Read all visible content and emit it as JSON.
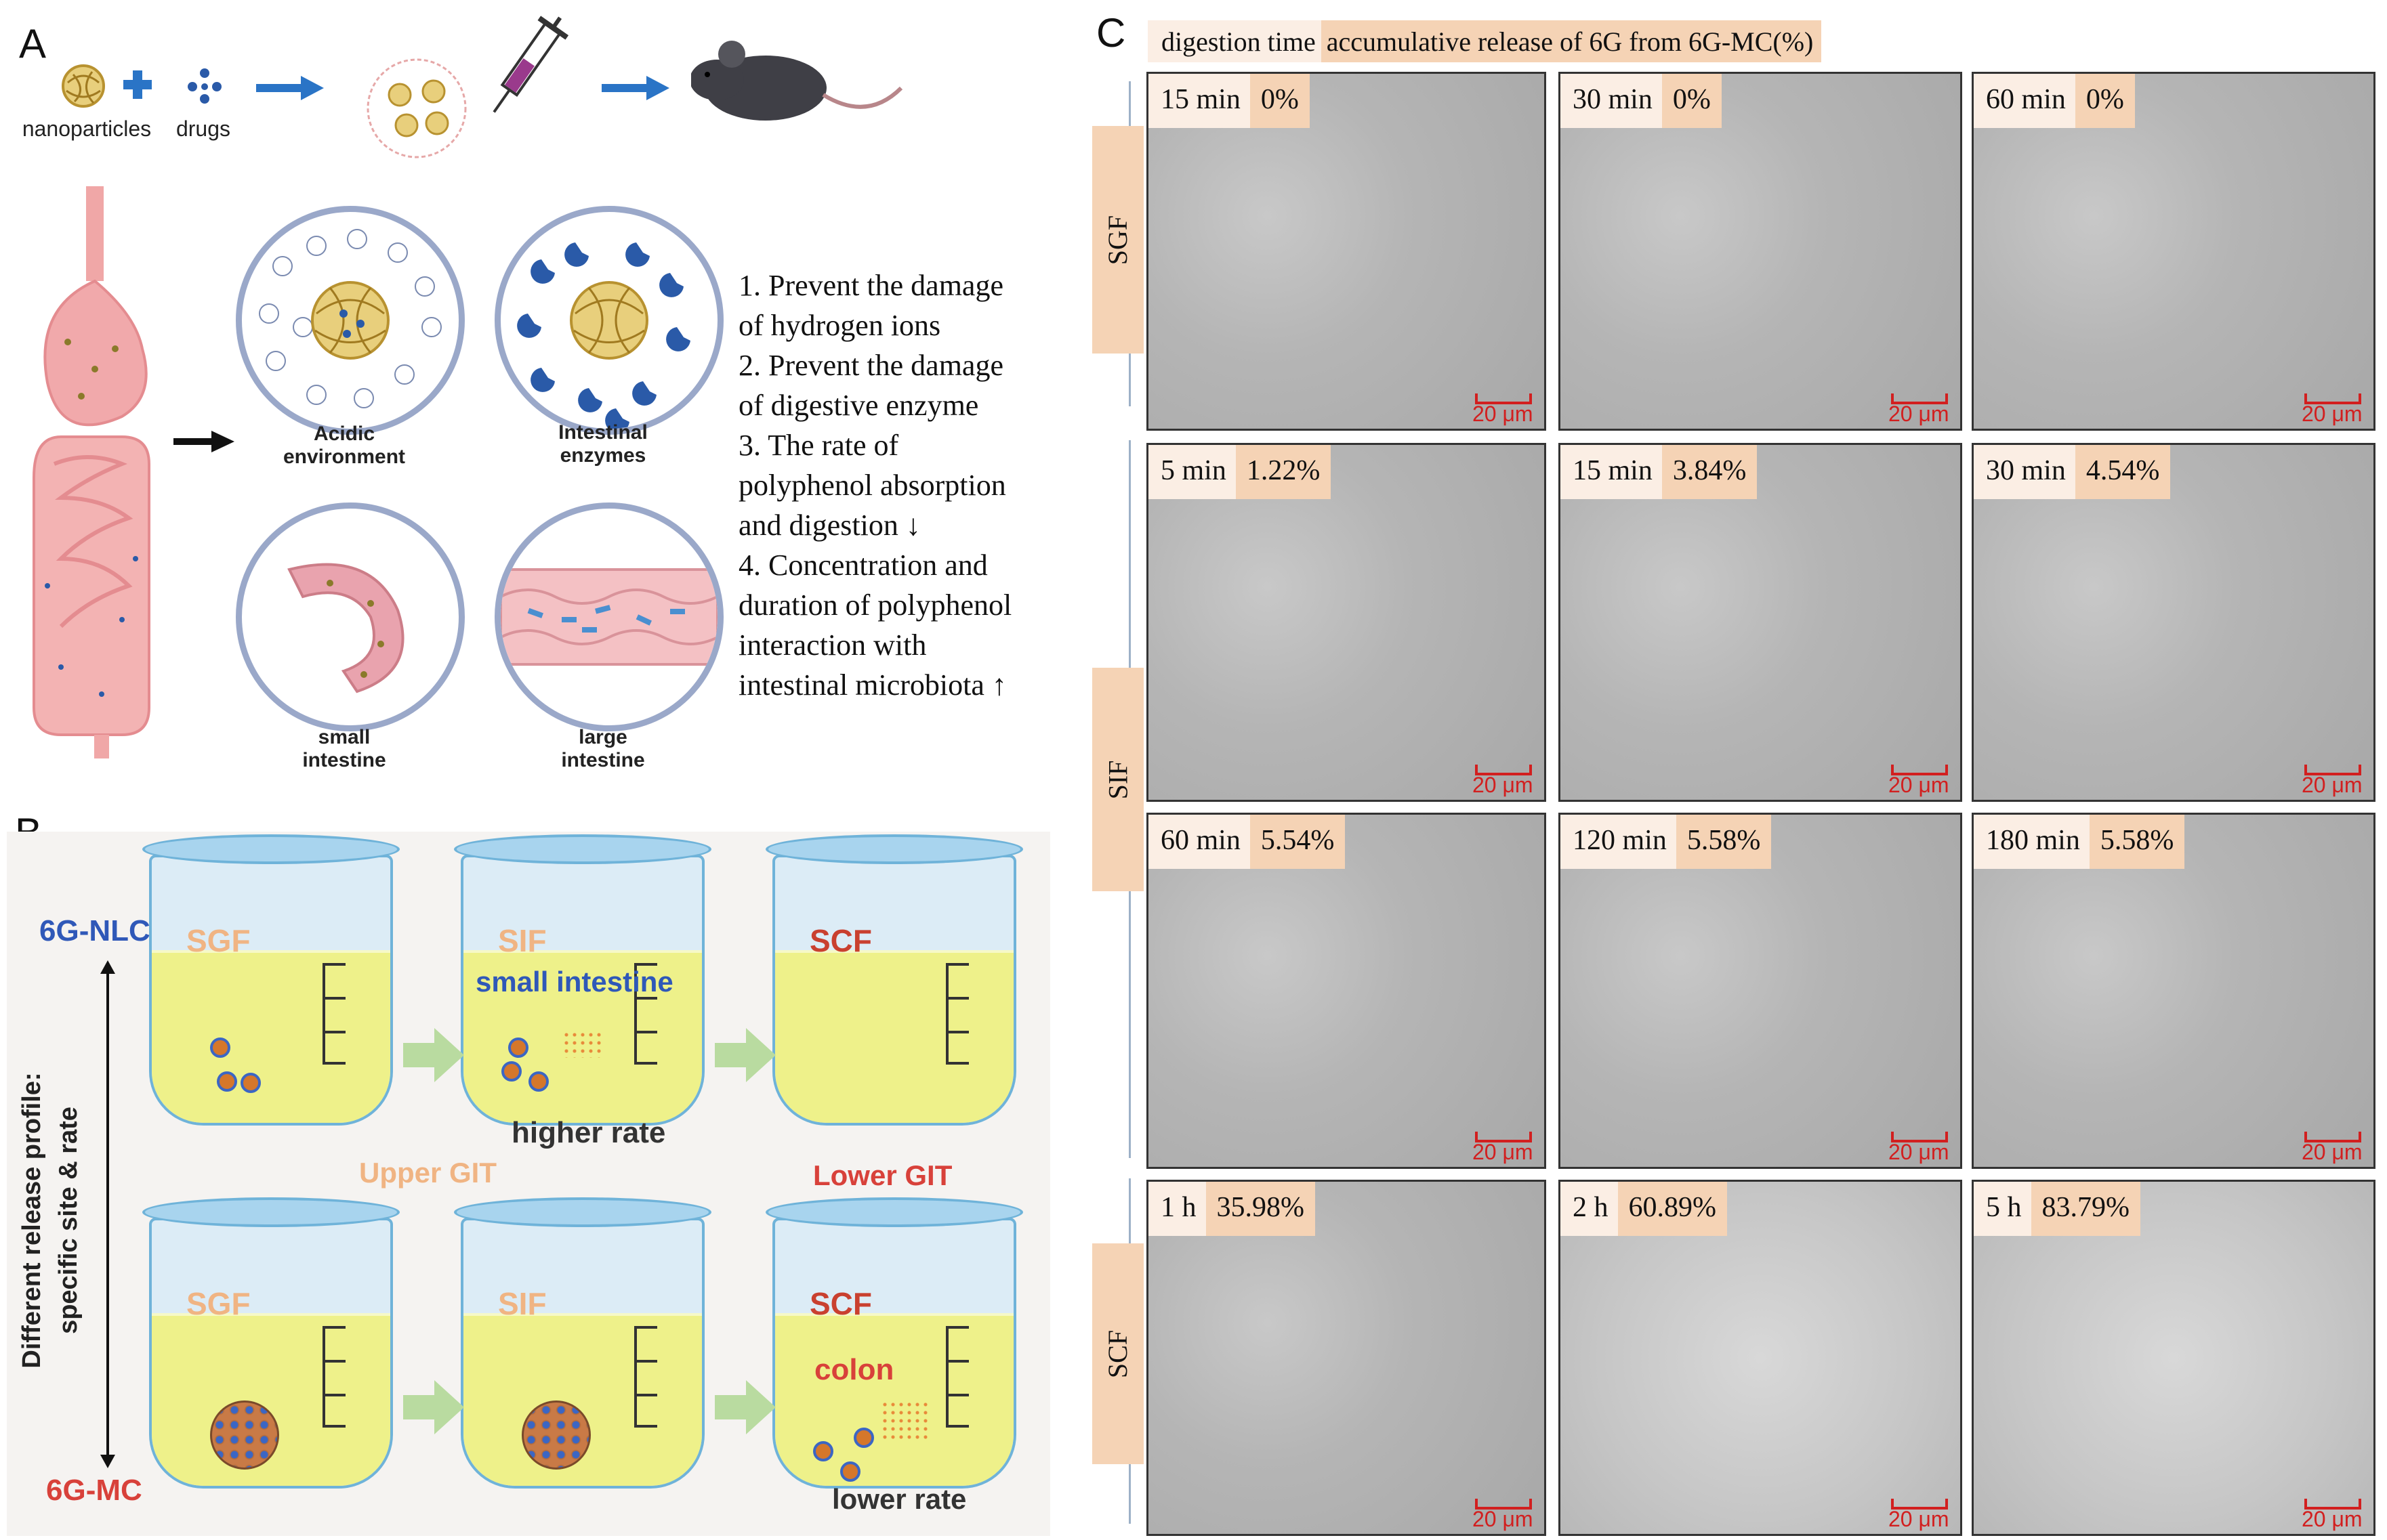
{
  "panel_a": {
    "letter": "A",
    "top_labels": [
      "nanoparticles",
      "drugs"
    ],
    "circle_labels": [
      {
        "l1": "Acidic",
        "l2": "environment"
      },
      {
        "l1": "Intestinal",
        "l2": "enzymes"
      },
      {
        "l1": "small",
        "l2": "intestine"
      },
      {
        "l1": "large",
        "l2": "intestine"
      }
    ],
    "points": [
      "1. Prevent the damage",
      " of hydrogen ions",
      "2. Prevent the damage",
      " of digestive enzyme",
      "3. The rate of",
      "polyphenol absorption",
      "and digestion ↓",
      "4. Concentration and",
      "duration of polyphenol",
      " interaction with",
      "intestinal microbiota ↑"
    ]
  },
  "panel_b": {
    "letter": "B",
    "row1_label": "6G-NLC",
    "row2_label": "6G-MC",
    "side_text_1": "Different release profile:",
    "side_text_2": "specific site & rate",
    "beaker_labels": [
      "SGF",
      "SIF",
      "SCF",
      "SGF",
      "SIF",
      "SCF"
    ],
    "small_intestine": "small intestine",
    "higher_rate": "higher rate",
    "upper_git": "Upper GIT",
    "lower_git": "Lower GIT",
    "colon": "colon",
    "lower_rate": "lower rate"
  },
  "panel_c": {
    "letter": "C",
    "header_time": "digestion time",
    "header_release": "accumulative release of 6G from 6G-MC(%)",
    "row_labels": [
      "SGF",
      "SIF",
      "SCF"
    ],
    "scale_label": "20 μm",
    "cells": [
      {
        "time": "15 min",
        "value": "0%"
      },
      {
        "time": "30 min",
        "value": "0%"
      },
      {
        "time": "60 min",
        "value": "0%"
      },
      {
        "time": "5 min",
        "value": "1.22%"
      },
      {
        "time": "15 min",
        "value": "3.84%"
      },
      {
        "time": "30 min",
        "value": "4.54%"
      },
      {
        "time": "60 min",
        "value": "5.54%"
      },
      {
        "time": "120 min",
        "value": "5.58%"
      },
      {
        "time": "180 min",
        "value": "5.58%"
      },
      {
        "time": "1 h",
        "value": "35.98%"
      },
      {
        "time": "2 h",
        "value": "60.89%"
      },
      {
        "time": "5 h",
        "value": "83.79%"
      }
    ]
  },
  "colors": {
    "tag_light": "#fbeee4",
    "tag_dark": "#f5d3b5",
    "scale_red": "#d21f1f",
    "nlc_blue": "#2f58b8",
    "mc_red": "#d8413a",
    "upper_git": "#f0b483",
    "lower_git": "#d8413a",
    "arrow_blue": "#2a74c6",
    "arrow_green": "#b9dba0"
  }
}
